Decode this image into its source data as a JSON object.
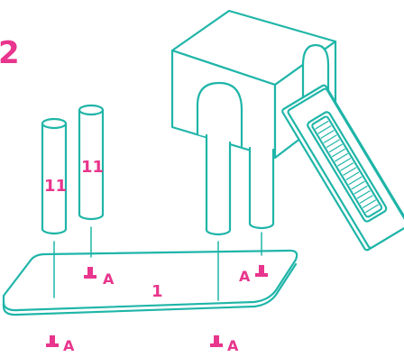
{
  "colors": {
    "outline": "#1fb5a8",
    "label": "#e8358d",
    "panel_fill": "#ffffff",
    "texture": "#1fb5a8"
  },
  "step_number": "2",
  "parts": {
    "post_left_label": "11",
    "post_right_label": "11",
    "base_label": "1"
  },
  "screws": {
    "label": "A",
    "count": 4
  }
}
